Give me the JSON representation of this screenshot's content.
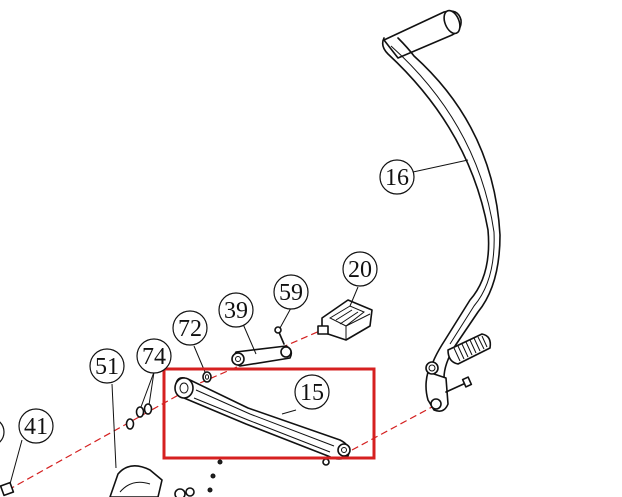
{
  "callouts": {
    "c16": "16",
    "c20": "20",
    "c59": "59",
    "c39": "39",
    "c72": "72",
    "c74": "74",
    "c51": "51",
    "c15": "15",
    "c41": "41"
  },
  "colors": {
    "highlight": "#d62020",
    "guide_line": "#d42020",
    "line_art": "#111111"
  }
}
